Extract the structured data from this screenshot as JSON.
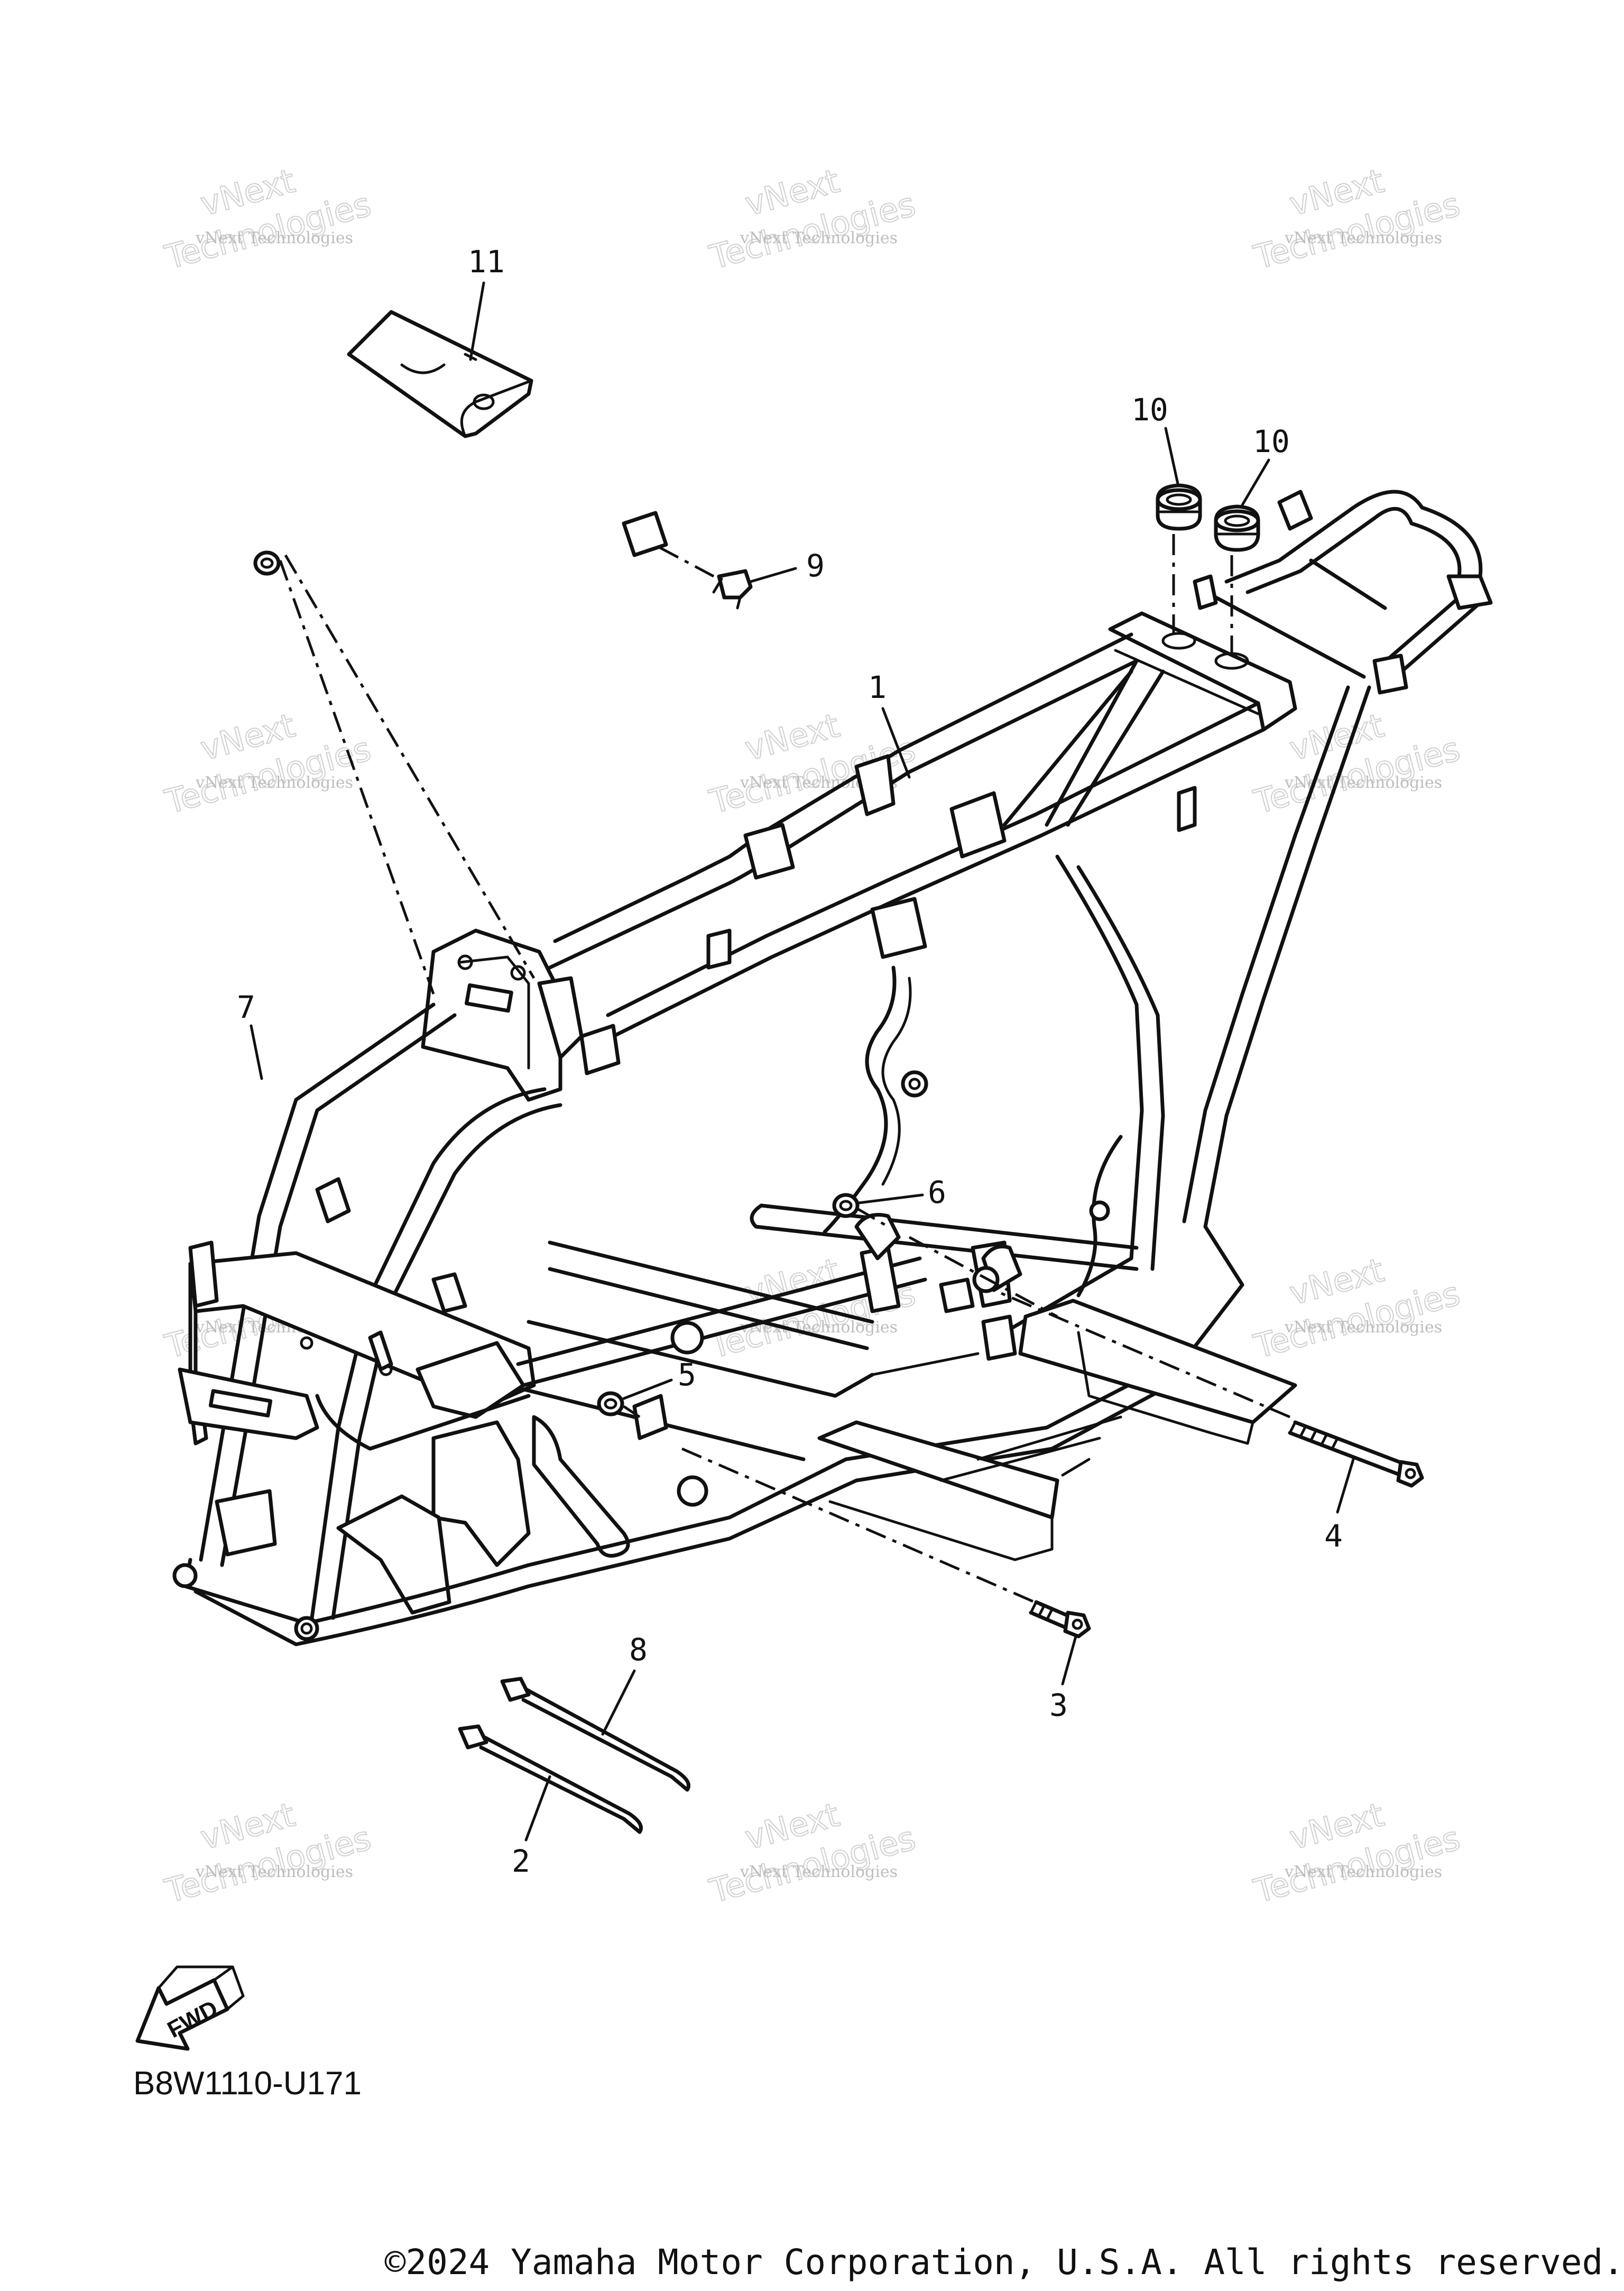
{
  "diagram": {
    "code": "B8W1110-U171",
    "copyright": "©2024 Yamaha Motor Corporation, U.S.A. All rights reserved.",
    "fwd_label": "FWD",
    "watermark": {
      "line1": "vNext Technologies",
      "line2": "vNext",
      "line3": "Technologies"
    },
    "callouts": [
      "1",
      "2",
      "3",
      "4",
      "5",
      "6",
      "7",
      "8",
      "9",
      "10",
      "10",
      "11"
    ]
  }
}
